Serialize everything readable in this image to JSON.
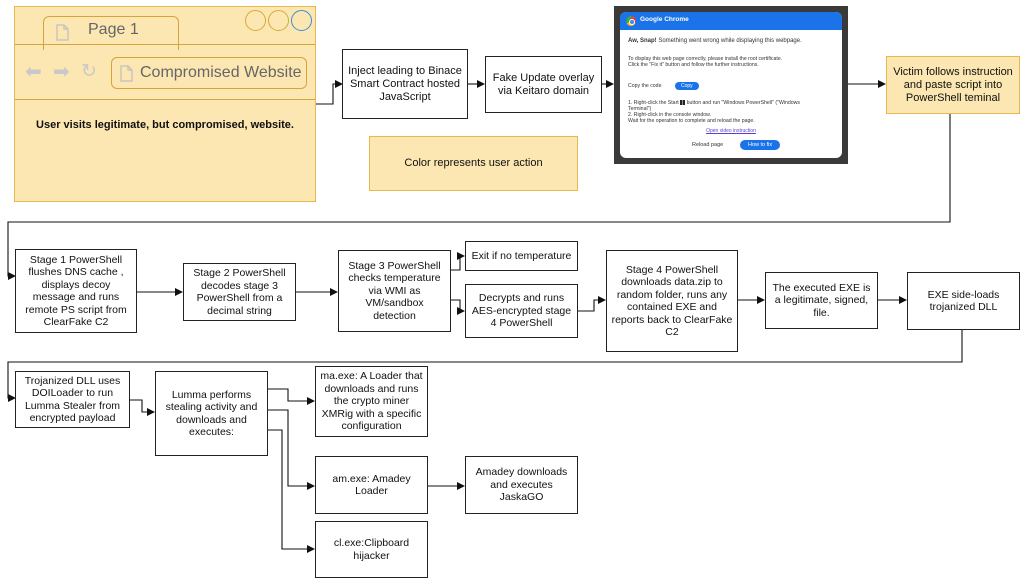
{
  "browser": {
    "tab_label": "Page 1",
    "address_label": "Compromised Website",
    "caption": "User visits legitimate, but compromised, website."
  },
  "chrome_popup": {
    "window_title": "Google Chrome",
    "heading": "Aw, Snap!",
    "heading_rest": "Something went wrong while displaying this webpage.",
    "line1": "To display this web page correctly, please install the root certificate.",
    "line2": "Click the \"Fix it\" button and follow the further instructions.",
    "copy_label": "Copy the code",
    "copy_button": "Copy",
    "step1a": "1. Right-click the Start",
    "step1b": "button and run \"Windows PowerShell\" (\"Windows",
    "step1c": "Terminal\")",
    "step2": "2. Right-click in the console window.",
    "step3": "Wait for the operation to complete and reload the page.",
    "open_video": "Open video instruction",
    "reload_button": "Reload page",
    "howto_button": "How to fix"
  },
  "nodes": {
    "inject": "Inject leading to Binace Smart Contract hosted JavaScript",
    "fake_update": "Fake Update overlay via Keitaro domain",
    "legend": "Color represents user action",
    "victim": "Victim follows instruction and paste script into PowerShell teminal",
    "stage1": "Stage 1 PowerShell flushes DNS cache , displays decoy message and runs remote PS script from ClearFake C2",
    "stage2": "Stage 2 PowerShell decodes stage 3 PowerShell from a decimal string",
    "stage3": "Stage 3 PowerShell checks temperature via WMI as VM/sandbox detection",
    "exit": "Exit if no temperature",
    "decrypt": "Decrypts and runs AES-encrypted stage 4 PowerShell",
    "stage4": "Stage 4 PowerShell downloads data.zip to random folder, runs any contained EXE and reports back to ClearFake C2",
    "exe_legit": "The executed EXE is a legitimate, signed, file.",
    "sideload": "EXE side-loads trojanized DLL",
    "trojan_dll": "Trojanized DLL uses DOILoader to run Lumma Stealer from encrypted payload",
    "lumma": "Lumma performs stealing activity and downloads and executes:",
    "ma_exe": "ma.exe: A Loader that downloads and runs the crypto miner XMRig with a specific configuration",
    "am_exe": "am.exe: Amadey Loader",
    "amadey_dl": "Amadey downloads and executes JaskaGO",
    "cl_exe": "cl.exe:Clipboard hijacker"
  },
  "colors": {
    "user_action_fill": "#fce7b2",
    "user_action_border": "#e6b84d",
    "chrome_blue": "#1a73e8"
  }
}
